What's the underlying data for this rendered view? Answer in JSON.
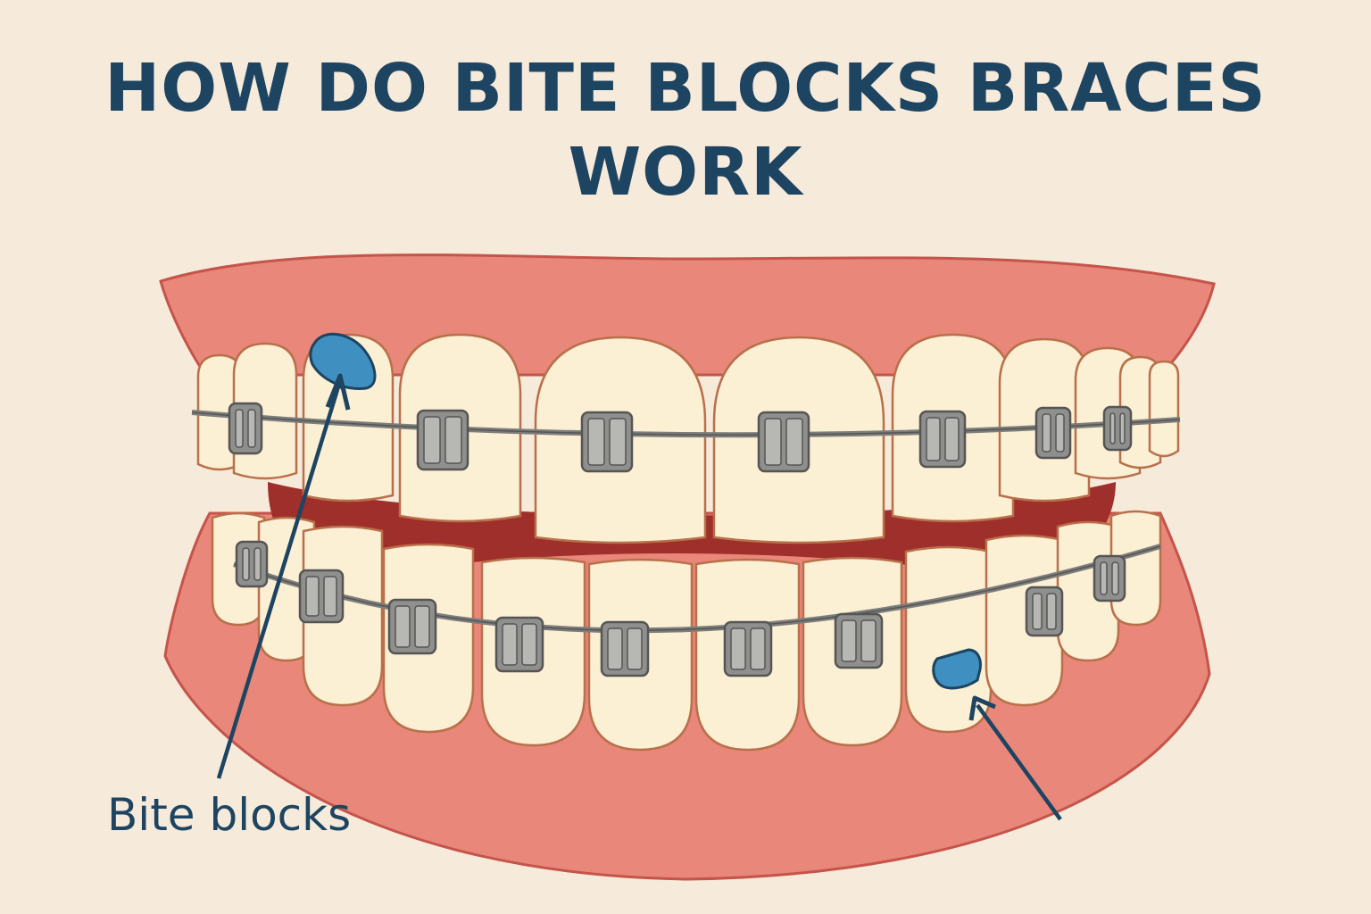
{
  "title": {
    "line1": "HOW DO BITE BLOCKS BRACES",
    "line2": "WORK"
  },
  "label": "Bite blocks",
  "colors": {
    "background": "#f6eadb",
    "title": "#1d4460",
    "gum": "#e8877a",
    "gum_outline": "#c5544a",
    "mouth_interior": "#9e2f2a",
    "tooth": "#fbefd4",
    "tooth_outline": "#b9704a",
    "bracket": "#8f8f8d",
    "wire": "#7d7d7b",
    "bite_block": "#3f8fc0",
    "arrow": "#1d4460"
  },
  "icons": [
    "upper-bite-block",
    "lower-bite-block",
    "arrow-to-upper-block",
    "arrow-to-lower-block"
  ]
}
